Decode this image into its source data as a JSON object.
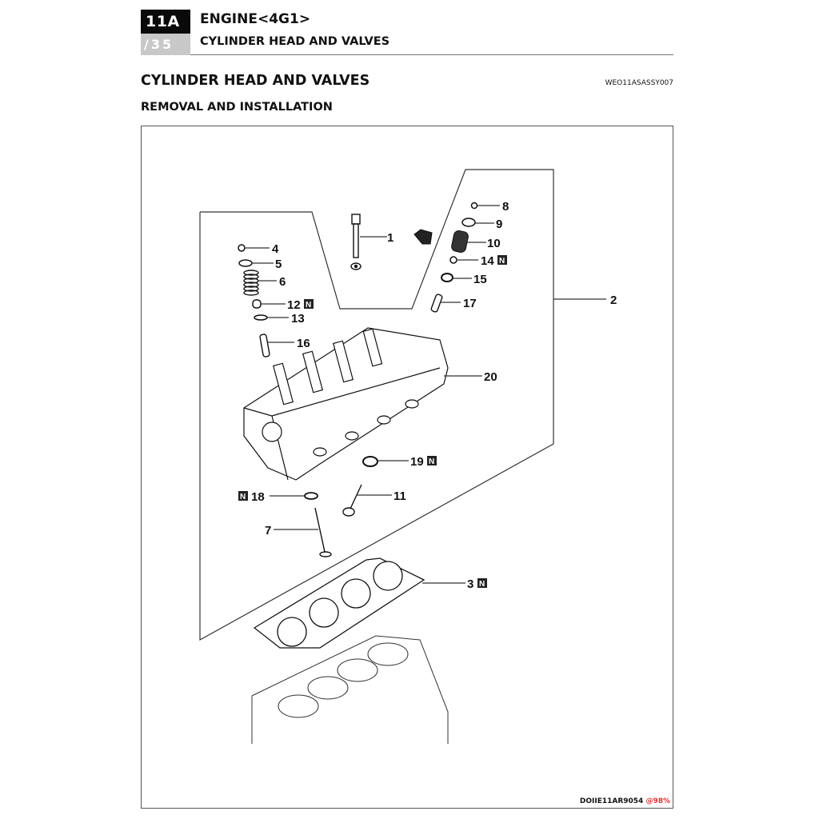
{
  "header": {
    "section_code": "11A",
    "page": "/35",
    "title": "ENGINE<4G1>",
    "subtitle": "CYLINDER HEAD AND VALVES"
  },
  "page_title": "CYLINDER HEAD AND VALVES",
  "doc_code": "WEO11ASASSY007",
  "section_title": "REMOVAL AND INSTALLATION",
  "figure": {
    "code": "DOIIE11AR9054",
    "zoom": "@98%",
    "new_part_mark": "N",
    "callouts": [
      {
        "num": "1",
        "new": false
      },
      {
        "num": "2",
        "new": false
      },
      {
        "num": "3",
        "new": true
      },
      {
        "num": "4",
        "new": false
      },
      {
        "num": "5",
        "new": false
      },
      {
        "num": "6",
        "new": false
      },
      {
        "num": "7",
        "new": false
      },
      {
        "num": "8",
        "new": false
      },
      {
        "num": "9",
        "new": false
      },
      {
        "num": "10",
        "new": false
      },
      {
        "num": "11",
        "new": false
      },
      {
        "num": "12",
        "new": true
      },
      {
        "num": "13",
        "new": false
      },
      {
        "num": "14",
        "new": true
      },
      {
        "num": "15",
        "new": false
      },
      {
        "num": "16",
        "new": false
      },
      {
        "num": "17",
        "new": false
      },
      {
        "num": "18",
        "new": true
      },
      {
        "num": "19",
        "new": true
      },
      {
        "num": "20",
        "new": false
      }
    ]
  }
}
